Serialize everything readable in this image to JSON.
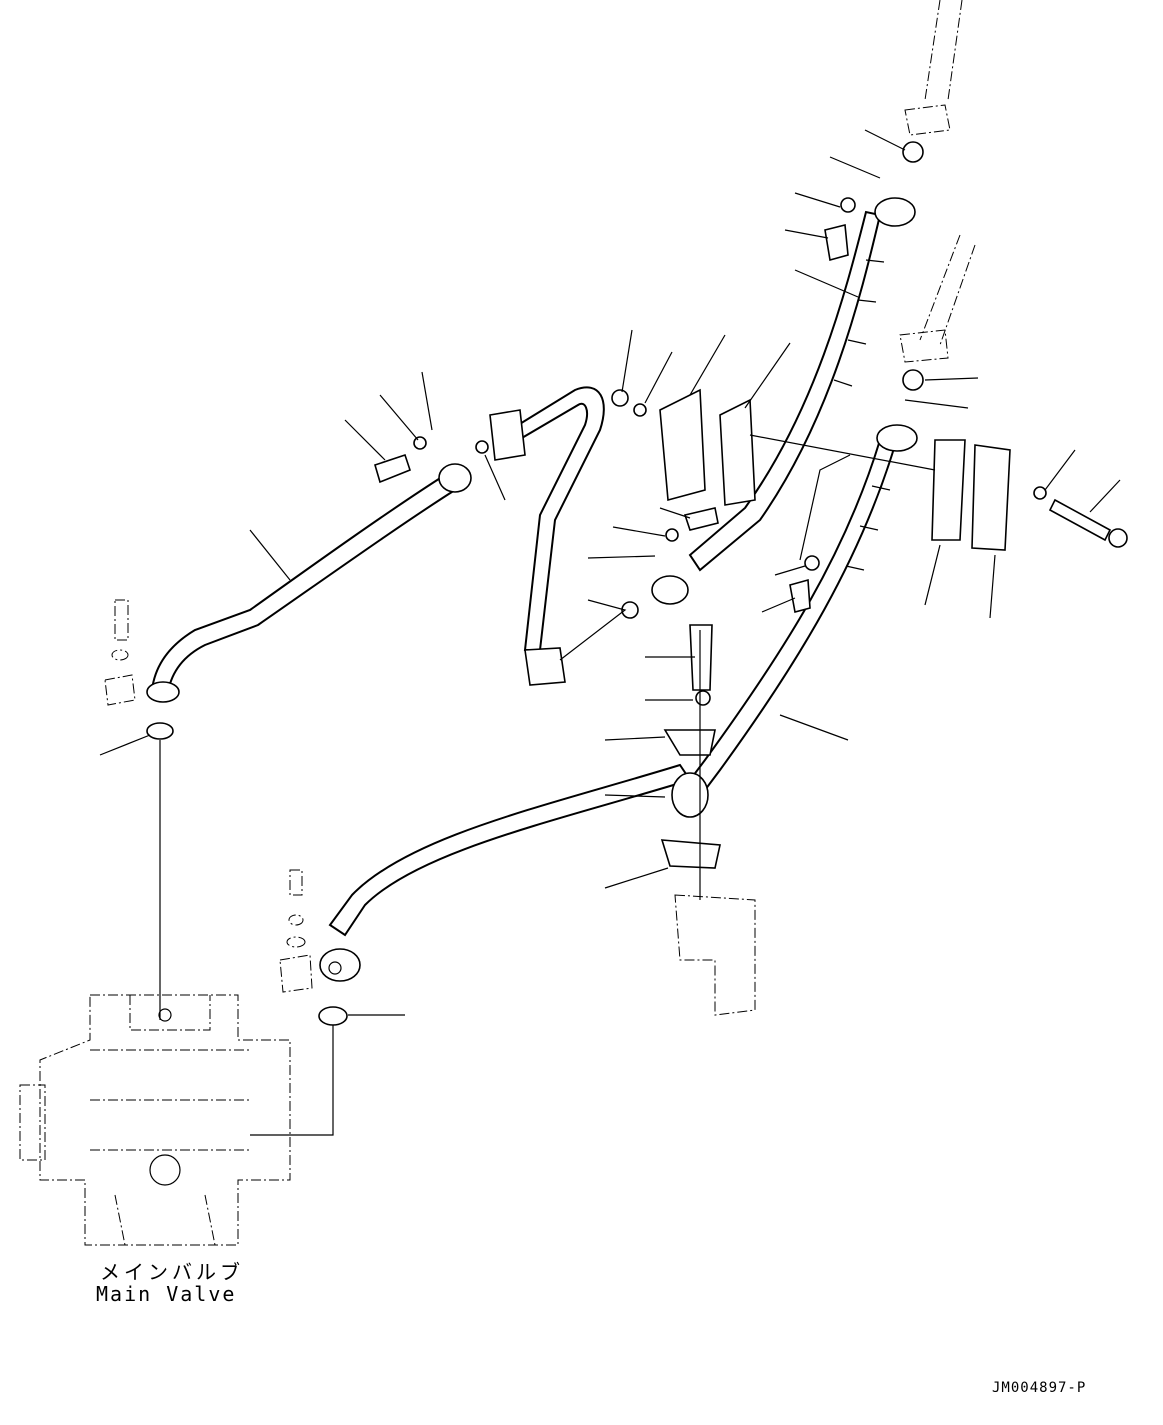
{
  "labels": {
    "main_valve_jp": "メインバルブ",
    "main_valve_en": "Main Valve",
    "drawing_code": "JM004897-P"
  }
}
